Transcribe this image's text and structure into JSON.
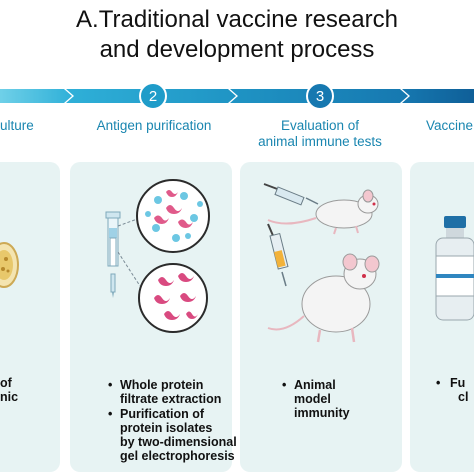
{
  "title": {
    "line1": "A.Traditional vaccine research",
    "line2": "and development process"
  },
  "steps": [
    {
      "label": "ulture",
      "number": ""
    },
    {
      "label": "Antigen purification",
      "number": "2"
    },
    {
      "label_line1": "Evaluation of",
      "label_line2": "animal immune tests",
      "number": "3"
    },
    {
      "label": "Vaccine",
      "number": ""
    }
  ],
  "panels": {
    "panel1": {
      "fragments": [
        "of",
        "nic"
      ]
    },
    "panel2": {
      "bullets": [
        {
          "l1": "Whole protein",
          "l2": "filtrate extraction",
          "l3": ""
        },
        {
          "l1": "Purification of",
          "l2": "protein isolates",
          "l3": "by two-dimensional",
          "l4": "gel electrophoresis"
        }
      ]
    },
    "panel3": {
      "bullets": [
        {
          "l1": "Animal",
          "l2": "model",
          "l3": "immunity"
        }
      ]
    },
    "panel4": {
      "fragments": [
        "Fu",
        "cl"
      ]
    }
  },
  "colors": {
    "arrow_light": "#4ec3e0",
    "arrow_mid": "#1f9cc9",
    "arrow_dark": "#1570a6",
    "label_blue": "#1a86b0",
    "panel_bg": "#e7f3f3"
  },
  "icons": [
    "test-tube-icon",
    "protein-molecule-icon",
    "mouse-icon",
    "syringe-icon",
    "vaccine-vial-icon",
    "petri-dish-icon"
  ]
}
